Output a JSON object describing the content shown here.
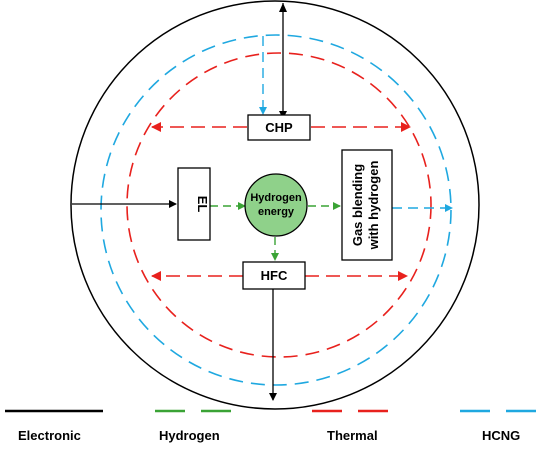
{
  "nodes": {
    "chp": "CHP",
    "el": "EL",
    "hfc": "HFC",
    "hydrogen_energy_line1": "Hydrogen",
    "hydrogen_energy_line2": "energy",
    "gas_blending_line1": "Gas blending",
    "gas_blending_line2": "with hydrogen"
  },
  "legend": {
    "electronic": "Electronic",
    "hydrogen": "Hydrogen",
    "thermal": "Thermal",
    "hcng": "HCNG"
  },
  "colors": {
    "electronic": "#000000",
    "hydrogen": "#3aa335",
    "thermal": "#e8211d",
    "hcng": "#1fa8e0",
    "hydrogen_fill": "#8fd18a"
  }
}
